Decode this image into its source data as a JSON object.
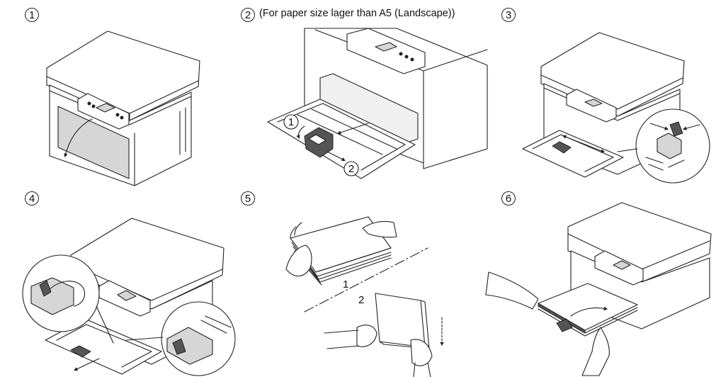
{
  "steps": [
    {
      "number": "1"
    },
    {
      "number": "2",
      "caption": "(For paper size lager than A5 (Landscape))"
    },
    {
      "number": "3"
    },
    {
      "number": "4"
    },
    {
      "number": "5",
      "sub_labels": [
        "1",
        "2"
      ]
    },
    {
      "number": "6"
    }
  ],
  "callouts": {
    "step2": [
      "1",
      "2"
    ]
  },
  "colors": {
    "line": "#222222",
    "panel_gray": "#d6d6d6",
    "dark_part": "#555555"
  }
}
